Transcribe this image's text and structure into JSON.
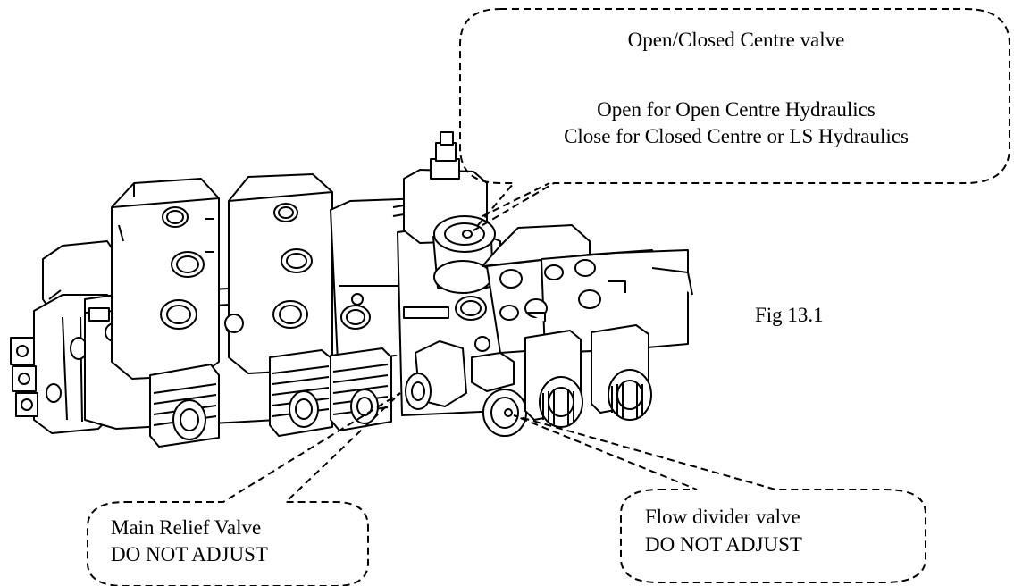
{
  "callouts": {
    "open_closed": {
      "title": "Open/Closed Centre valve",
      "line1": "Open for Open Centre Hydraulics",
      "line2": "Close for Closed Centre or LS Hydraulics"
    },
    "main_relief": {
      "line1": "Main Relief Valve",
      "line2": "DO NOT ADJUST"
    },
    "flow_divider": {
      "line1": "Flow divider valve",
      "line2": "DO NOT ADJUST"
    }
  },
  "figure_label": "Fig 13.1"
}
